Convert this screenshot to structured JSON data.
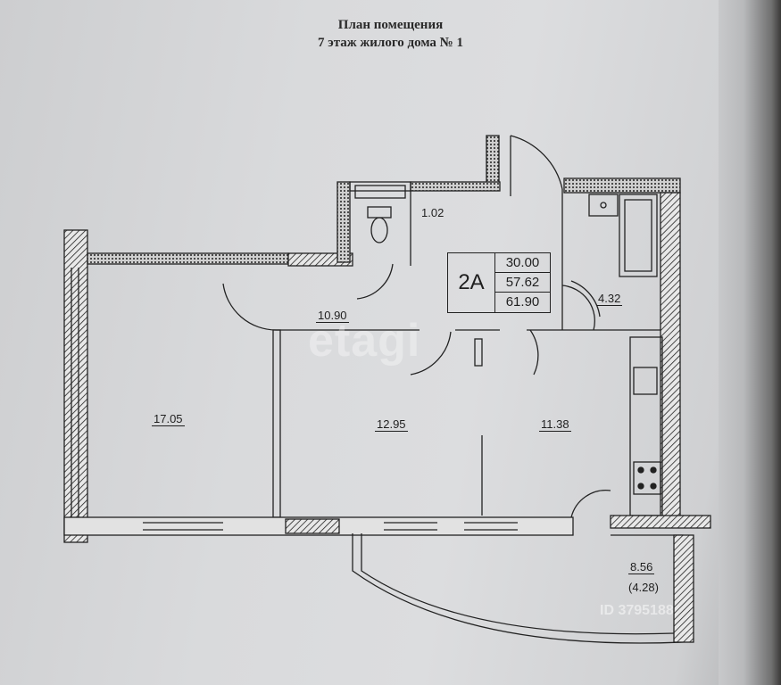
{
  "document": {
    "title_line1": "План помещения",
    "title_line2": "7 этаж жилого дома № 1"
  },
  "apartment": {
    "id": "2A",
    "area_values": [
      "30.00",
      "57.62",
      "61.90"
    ]
  },
  "rooms": {
    "wc": "1.02",
    "hall": "10.90",
    "bathroom": "4.32",
    "bedroom": "17.05",
    "living": "12.95",
    "kitchen": "11.38",
    "loggia": "8.56",
    "loggia_reduced": "(4.28)"
  },
  "watermarks": {
    "main": "etagi",
    "corner_id": "ID 3795188"
  },
  "colors": {
    "paper": "#d9dadc",
    "ink": "#222222"
  }
}
